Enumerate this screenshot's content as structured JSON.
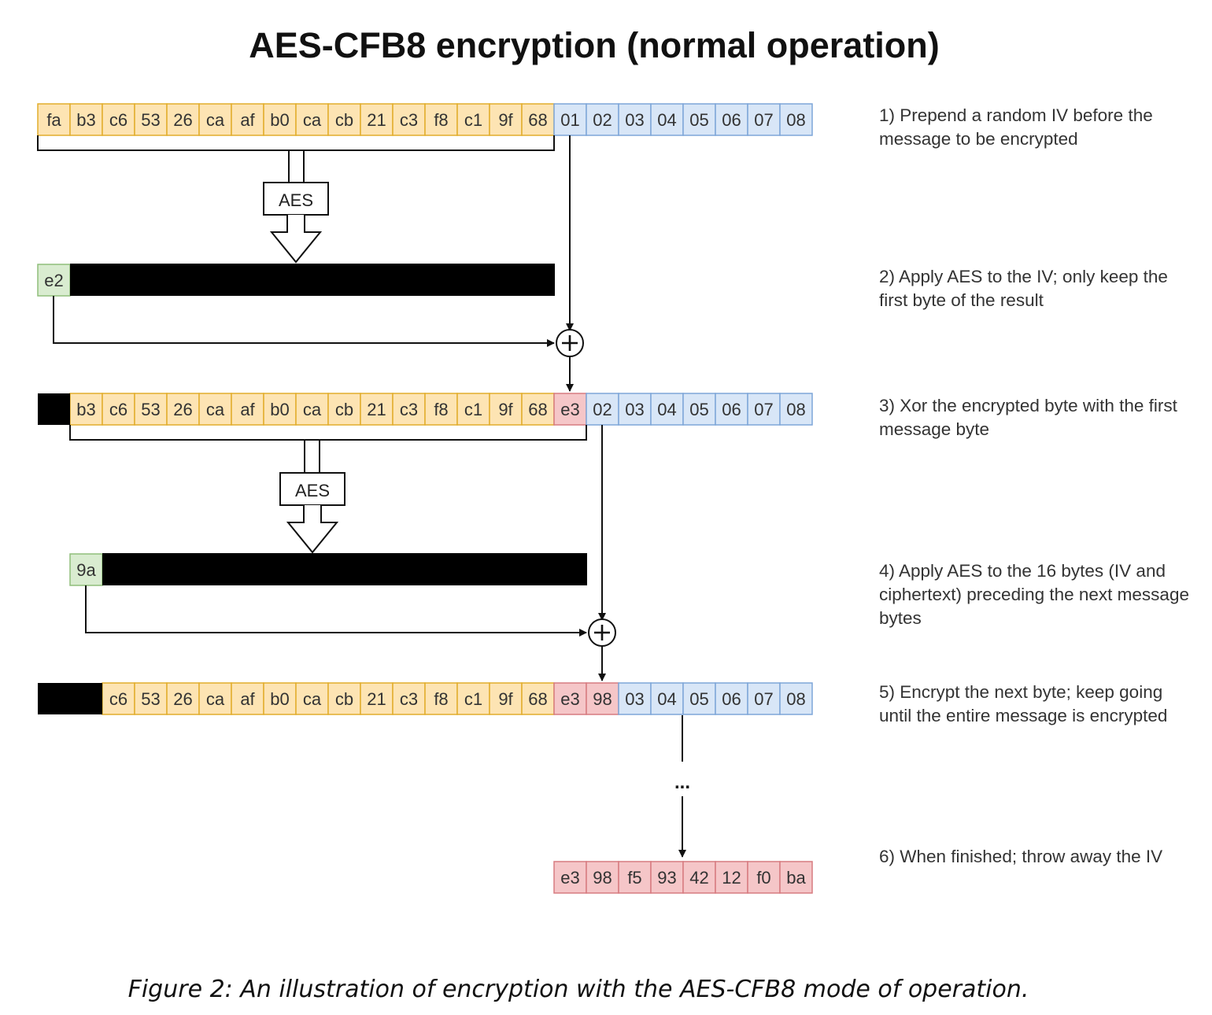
{
  "title": "AES-CFB8 encryption (normal operation)",
  "colors": {
    "iv": "#fde4b3",
    "iv_border": "#e2ad2c",
    "message": "#d8e6f7",
    "message_border": "#7ea6d8",
    "cipher": "#f5c6c8",
    "cipher_border": "#d77b80",
    "keystream": "#d9ecd0",
    "keystream_border": "#8fbe7a"
  },
  "rows": {
    "row1": {
      "iv": [
        "fa",
        "b3",
        "c6",
        "53",
        "26",
        "ca",
        "af",
        "b0",
        "ca",
        "cb",
        "21",
        "c3",
        "f8",
        "c1",
        "9f",
        "68"
      ],
      "message": [
        "01",
        "02",
        "03",
        "04",
        "05",
        "06",
        "07",
        "08"
      ]
    },
    "aes1": {
      "output_byte": "e2"
    },
    "row2": {
      "iv": [
        "b3",
        "c6",
        "53",
        "26",
        "ca",
        "af",
        "b0",
        "ca",
        "cb",
        "21",
        "c3",
        "f8",
        "c1",
        "9f",
        "68"
      ],
      "cipher": [
        "e3"
      ],
      "message": [
        "02",
        "03",
        "04",
        "05",
        "06",
        "07",
        "08"
      ]
    },
    "aes2": {
      "output_byte": "9a"
    },
    "row3": {
      "iv": [
        "c6",
        "53",
        "26",
        "ca",
        "af",
        "b0",
        "ca",
        "cb",
        "21",
        "c3",
        "f8",
        "c1",
        "9f",
        "68"
      ],
      "cipher": [
        "e3",
        "98"
      ],
      "message": [
        "03",
        "04",
        "05",
        "06",
        "07",
        "08"
      ]
    },
    "final": {
      "cipher": [
        "e3",
        "98",
        "f5",
        "93",
        "42",
        "12",
        "f0",
        "ba"
      ]
    }
  },
  "aes_label": "AES",
  "xor_symbol": "+",
  "ellipsis": "...",
  "steps": [
    "1) Prepend a random IV before the message to be encrypted",
    "2) Apply AES to the IV; only keep the first byte of the result",
    "3) Xor the encrypted byte with the first message byte",
    "4) Apply AES to the 16 bytes (IV and ciphertext) preceding the next message bytes",
    "5) Encrypt the next byte; keep going until the entire message is encrypted",
    "6) When finished; throw away the IV"
  ],
  "caption": "Figure 2: An illustration of encryption with the AES-CFB8 mode of operation."
}
